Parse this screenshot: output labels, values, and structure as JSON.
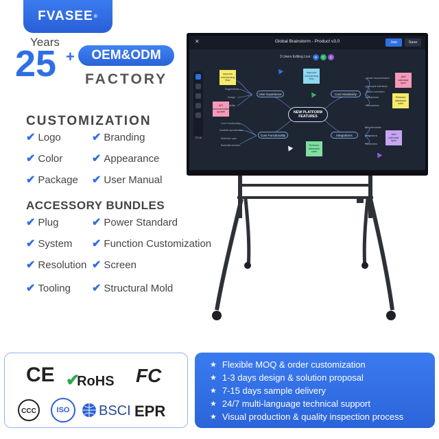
{
  "brand": {
    "logo_text": "FVASEE",
    "logo_mark": "®"
  },
  "hero": {
    "years": "Years",
    "number": "25",
    "plus": "+",
    "badge": "OEM&ODM",
    "factory": "FACTORY"
  },
  "customization": {
    "title": "CUSTOMIZATION",
    "items": [
      "Logo",
      "Branding",
      "Color",
      "Appearance",
      "Package",
      "User Manual"
    ]
  },
  "accessory": {
    "title": "ACCESSORY BUNDLES",
    "items": [
      "Plug",
      "Power Standard",
      "System",
      "Function Customization",
      "Resolution",
      "Screen",
      "Tooling",
      "Structural Mold"
    ]
  },
  "whiteboard": {
    "title": "Global Brainstorm - Product v3.0",
    "join": "Join",
    "save": "Save",
    "users_label": "3 Users Editing Live:",
    "avatars": [
      {
        "initial": "M",
        "color": "#2f6fe4"
      },
      {
        "initial": "K",
        "color": "#2fb36b"
      },
      {
        "initial": "S",
        "color": "#9b59d6"
      }
    ],
    "clear": "Clear",
    "center": "NEW PLATFORM FEATURES",
    "branches": [
      "User Experience",
      "Core Modularity",
      "Core Functionality",
      "Integrations"
    ],
    "leaves": [
      "Investigate",
      "Suggestions",
      "Design",
      "Accessibility",
      "Core Functionality",
      "Scalable aprcatization",
      "Real-time sync",
      "Essential services",
      "Iterate documentation",
      "Decouple interfaces",
      "Route controllers",
      "Component",
      "Discussions",
      "API extendable",
      "Integrations",
      "Parameters"
    ],
    "notes": [
      {
        "text": "Improve onboarding flow",
        "color": "#f7ec6a"
      },
      {
        "text": "Improve onboarding flow",
        "color": "#8fd9f0"
      },
      {
        "text": "API documentation update",
        "color": "#f59ab8"
      },
      {
        "text": "Add calendar sync",
        "color": "#f59ab8"
      },
      {
        "text": "Refactor database calls",
        "color": "#f7ec6a"
      },
      {
        "text": "Add calendar sync",
        "color": "#c7a6f2"
      },
      {
        "text": "Refactor database calls",
        "color": "#7fe0a0"
      }
    ]
  },
  "certifications": [
    "CE",
    "RoHS",
    "FC",
    "ISO",
    "BSCI",
    "EPR"
  ],
  "features": [
    "Flexible MOQ & order customization",
    "1-3 days design & solution proposal",
    "7-15 days sample delivery",
    "24/7 multi-language technical support",
    "Visual production & quality inspection process"
  ]
}
